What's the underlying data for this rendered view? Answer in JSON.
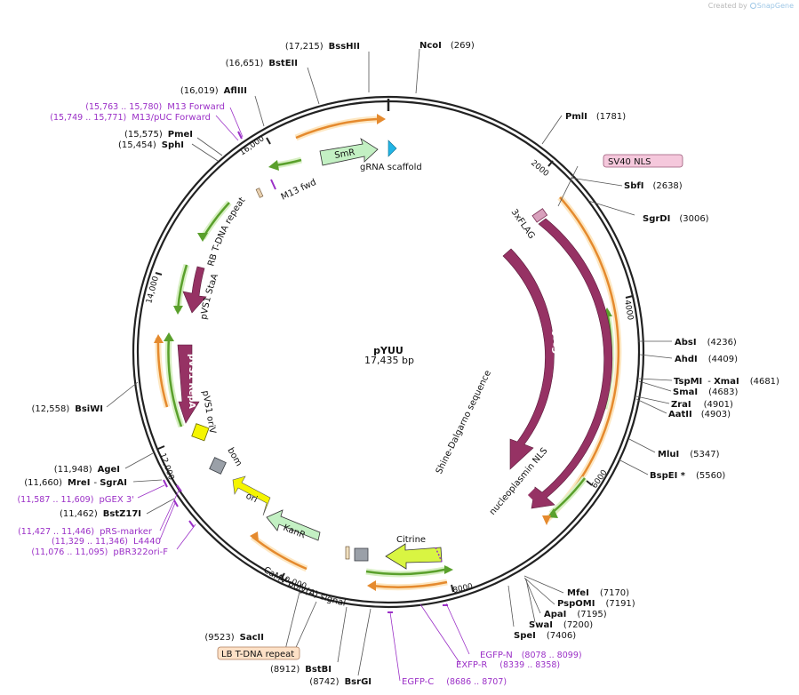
{
  "credit": {
    "prefix": "Created by",
    "brand": "SnapGene"
  },
  "plasmid": {
    "name": "pYUU",
    "size": "17,435 bp"
  },
  "enzymes_left": [
    {
      "pos": "(17,215)",
      "name": "BssHII"
    },
    {
      "pos": "(16,651)",
      "name": "BstEII"
    },
    {
      "pos": "(16,019)",
      "name": "AflIII"
    },
    {
      "pos": "(15,575)",
      "name": "PmeI"
    },
    {
      "pos": "(15,454)",
      "name": "SphI"
    },
    {
      "pos": "(12,558)",
      "name": "BsiWI"
    },
    {
      "pos": "(11,948)",
      "name": "AgeI"
    },
    {
      "pos": "(11,660)",
      "name": "MreI",
      "extra": "SgrAI"
    },
    {
      "pos": "(11,462)",
      "name": "BstZ17I"
    },
    {
      "pos": "(9523)",
      "name": "SacII"
    },
    {
      "pos": "(8912)",
      "name": "BstBI"
    },
    {
      "pos": "(8742)",
      "name": "BsrGI"
    }
  ],
  "enzymes_right": [
    {
      "name": "NcoI",
      "pos": "(269)"
    },
    {
      "name": "PmlI",
      "pos": "(1781)"
    },
    {
      "name": "SbfI",
      "pos": "(2638)"
    },
    {
      "name": "SgrDI",
      "pos": "(3006)"
    },
    {
      "name": "AbsI",
      "pos": "(4236)"
    },
    {
      "name": "AhdI",
      "pos": "(4409)"
    },
    {
      "name": "TspMI",
      "extra": "XmaI",
      "pos": "(4681)"
    },
    {
      "name": "SmaI",
      "pos": "(4683)"
    },
    {
      "name": "ZraI",
      "pos": "(4901)"
    },
    {
      "name": "AatII",
      "pos": "(4903)"
    },
    {
      "name": "MluI",
      "pos": "(5347)"
    },
    {
      "name": "BspEI *",
      "pos": "(5560)"
    },
    {
      "name": "MfeI",
      "pos": "(7170)"
    },
    {
      "name": "PspOMI",
      "pos": "(7191)"
    },
    {
      "name": "ApaI",
      "pos": "(7195)"
    },
    {
      "name": "SwaI",
      "pos": "(7200)"
    },
    {
      "name": "SpeI",
      "pos": "(7406)"
    }
  ],
  "primers": [
    {
      "pos": "(15,763 .. 15,780)",
      "name": "M13 Forward"
    },
    {
      "pos": "(15,749 .. 15,771)",
      "name": "M13/pUC Forward"
    },
    {
      "pos": "(11,587 .. 11,609)",
      "name": "pGEX 3'"
    },
    {
      "pos": "(11,427 .. 11,446)",
      "name": "pRS-marker"
    },
    {
      "pos": "(11,329 .. 11,346)",
      "name": "L4440"
    },
    {
      "pos": "(11,076 .. 11,095)",
      "name": "pBR322ori-F"
    },
    {
      "pos": "(8078 .. 8099)",
      "name": "EGFP-N"
    },
    {
      "pos": "(8339 .. 8358)",
      "name": "EXFP-R"
    },
    {
      "pos": "(8686 .. 8707)",
      "name": "EGFP-C"
    }
  ],
  "boxed_labels": {
    "sv40_nls": "SV40 NLS",
    "lb_repeat": "LB T-DNA repeat"
  },
  "features": {
    "smr": "SmR",
    "grna": "gRNA scaffold",
    "m13fwd": "M13 fwd",
    "rb": "RB T-DNA repeat",
    "staa": "pVS1 StaA",
    "repa": "pVS1 RepA",
    "oriv": "pVS1 oriV",
    "bom": "bom",
    "ori": "ori",
    "kanr": "KanR",
    "camv": "CaMV poly(A) signal",
    "citrine": "Citrine",
    "cas9a": "Cas9",
    "cas9b": "Cas9",
    "flag": "3xFLAG",
    "shine": "Shine-Dalgarno sequence",
    "nucleo": "nucleoplasmin NLS"
  },
  "ticks": {
    "t2000": "2000",
    "t4000": "4000",
    "t6000": "6000",
    "t8000": "8000",
    "t10000": "10,000",
    "t12000": "12,000",
    "t14000": "14,000",
    "t16000": "16,000"
  },
  "colors": {
    "backbone": "#222222",
    "cas9": "#963264",
    "orange_arc": "#e58a2e",
    "green_arc": "#5aa02c",
    "primer": "#9b30c7",
    "kan_green": "#c3f0c3",
    "ori_yellow": "#f5f500",
    "citrine": "#d9f542",
    "sv40_box": "#f5c8dc",
    "lb_box": "#fde1c7"
  }
}
